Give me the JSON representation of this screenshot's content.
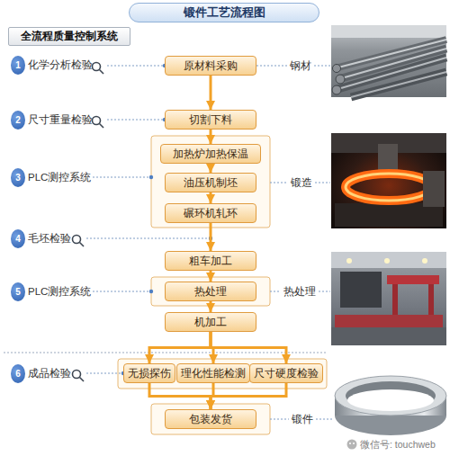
{
  "diagram": {
    "title": "锻件工艺流程图",
    "nodes": [
      {
        "text": [
          "全流程质量控制系统"
        ]
      },
      {
        "text": [
          "1"
        ]
      },
      {
        "text": [
          "2"
        ]
      },
      {
        "text": [
          "3"
        ]
      },
      {
        "text": [
          "4"
        ]
      },
      {
        "text": [
          "5"
        ]
      },
      {
        "text": [
          "6"
        ]
      },
      {
        "text": [
          "原材料采购"
        ]
      },
      {
        "text": [
          "切割下料"
        ]
      },
      {
        "text": [
          "加热炉加热保温"
        ]
      },
      {
        "text": [
          "油压机制坯"
        ]
      },
      {
        "text": [
          "碾环机轧环"
        ]
      },
      {
        "text": [
          "粗车加工"
        ]
      },
      {
        "text": [
          "热处理"
        ]
      },
      {
        "text": [
          "机加工"
        ]
      },
      {
        "text": [
          "无损探伤"
        ]
      },
      {
        "text": [
          "理化性能检测"
        ]
      },
      {
        "text": [
          "尺寸硬度检验"
        ]
      },
      {
        "text": [
          "包装发货"
        ]
      }
    ],
    "edges": [
      {
        "from": 7,
        "to": 8,
        "arrow": "to"
      },
      {
        "from": 8,
        "to": 9,
        "arrow": "to"
      },
      {
        "from": 9,
        "to": 10,
        "arrow": "to"
      },
      {
        "from": 10,
        "to": 11,
        "arrow": "to"
      },
      {
        "from": 11,
        "to": 12,
        "arrow": "to"
      },
      {
        "from": 12,
        "to": 13,
        "arrow": "to"
      },
      {
        "from": 13,
        "to": 14,
        "arrow": "to"
      },
      {
        "from": 14,
        "to": 15,
        "arrow": "to"
      },
      {
        "from": 14,
        "to": 16,
        "arrow": "to"
      },
      {
        "from": 14,
        "to": 17,
        "arrow": "to"
      },
      {
        "from": 15,
        "to": 18,
        "arrow": "to"
      },
      {
        "from": 16,
        "to": 18,
        "arrow": "to"
      },
      {
        "from": 17,
        "to": 18,
        "arrow": "to"
      }
    ],
    "labels": [
      "化学分析检验",
      "尺寸重量检验",
      "PLC测控系统",
      "毛坯检验",
      "PLC测控系统",
      "成品检验",
      "钢材",
      "锻造",
      "热处理",
      "锻件",
      "微信号: touchweb"
    ]
  }
}
